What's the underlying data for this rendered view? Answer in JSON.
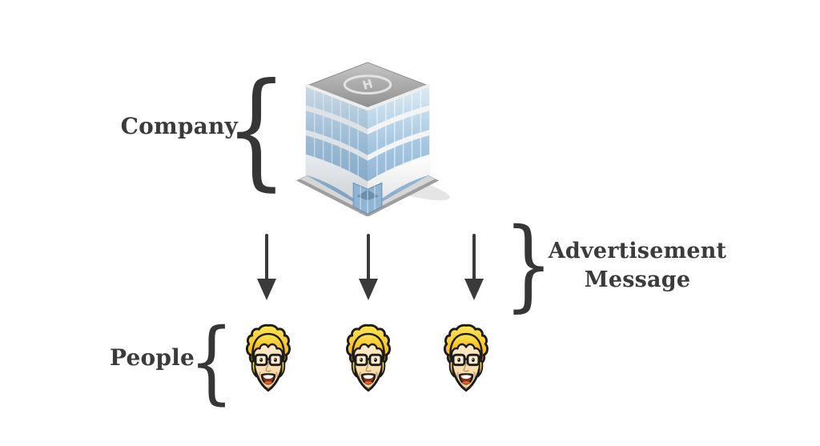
{
  "canvas": {
    "background": "#ffffff"
  },
  "diagram": {
    "company": {
      "label": "Company",
      "brace": "{",
      "icon": "office-building-icon"
    },
    "advertisement": {
      "label": "Advertisement Message",
      "brace": "}"
    },
    "people": {
      "label": "People",
      "brace": "{",
      "count": 3,
      "icon": "man-face-icon"
    },
    "arrows": {
      "count": 3,
      "icon": "down-arrow-icon"
    },
    "colors": {
      "label_text": "#3b3b3b",
      "brace": "#363636",
      "arrow": "#3a3a3a",
      "building_glass_light": "#dcebf5",
      "building_glass_dark": "#7fa9cd",
      "building_roof": "#9d9d9d",
      "building_base": "#c9c9c9",
      "hair": "#f7b723",
      "skin": "#fbe2b4",
      "outline": "#1c1c1c",
      "mouth": "#8a2f12",
      "lip": "#e8602c"
    }
  }
}
